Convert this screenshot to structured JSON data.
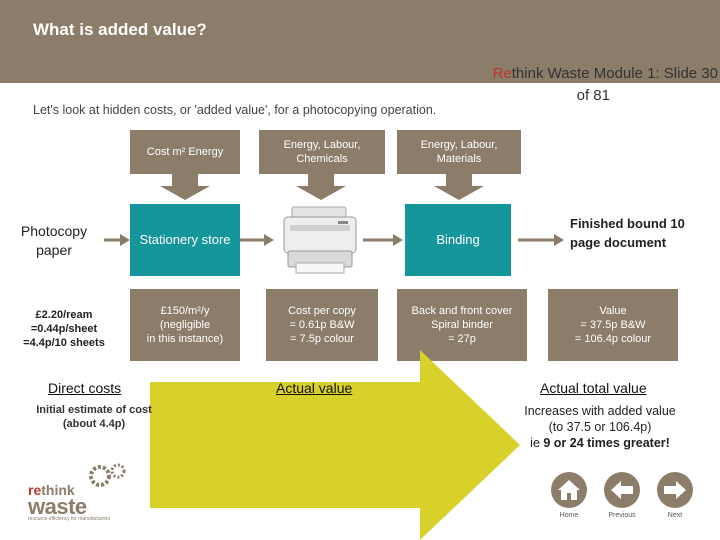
{
  "header": {
    "title": "What is added value?",
    "module_highlight": "Re",
    "module_rest": "think Waste Module 1: Slide 30",
    "module_line2": "of 81"
  },
  "intro": "Let's look at hidden costs, or 'added value', for a photocopying operation.",
  "top_boxes": {
    "cost": "Cost m² Energy",
    "energy_chem": "Energy, Labour, Chemicals",
    "energy_mat": "Energy, Labour, Materials"
  },
  "row1": {
    "paper": "Photocopy paper",
    "store": "Stationery store",
    "binding": "Binding",
    "finished": "Finished bound 10 page document"
  },
  "row2": {
    "ream_1": "£2.20/ream",
    "ream_2": "=0.44p/sheet",
    "ream_3": "=4.4p/10 sheets",
    "store_cost_1": "£150/m²/y",
    "store_cost_2": "(negligible",
    "store_cost_3": "in this instance)",
    "copy_1": "Cost per copy",
    "copy_2": "= 0.61p B&W",
    "copy_3": "= 7.5p colour",
    "cover_1": "Back and front cover",
    "cover_2": "Spiral binder",
    "cover_3": "= 27p",
    "value_1": "Value",
    "value_2": "= 37.5p B&W",
    "value_3": "= 106.4p colour"
  },
  "bottom": {
    "direct_costs": "Direct costs",
    "initial_1": "Initial estimate of cost",
    "initial_2": "(about 4.4p)",
    "actual_value": "Actual value",
    "actual_total": "Actual total value",
    "increases_1": "Increases with added value",
    "increases_2": "(to 37.5 or 106.4p)",
    "increases_3a": "ie ",
    "increases_3b": "9 or 24 times greater!"
  },
  "logo": {
    "re": "re",
    "think": "think",
    "waste": "waste",
    "tagline": "resource efficiency for manufacturers"
  },
  "nav": {
    "home": "Home",
    "previous": "Previous",
    "next": "Next"
  },
  "colors": {
    "header_tan": "#8b7d69",
    "teal": "#14969a",
    "arrow_yellow": "#d8d12a",
    "highlight_red": "#c0392b"
  }
}
